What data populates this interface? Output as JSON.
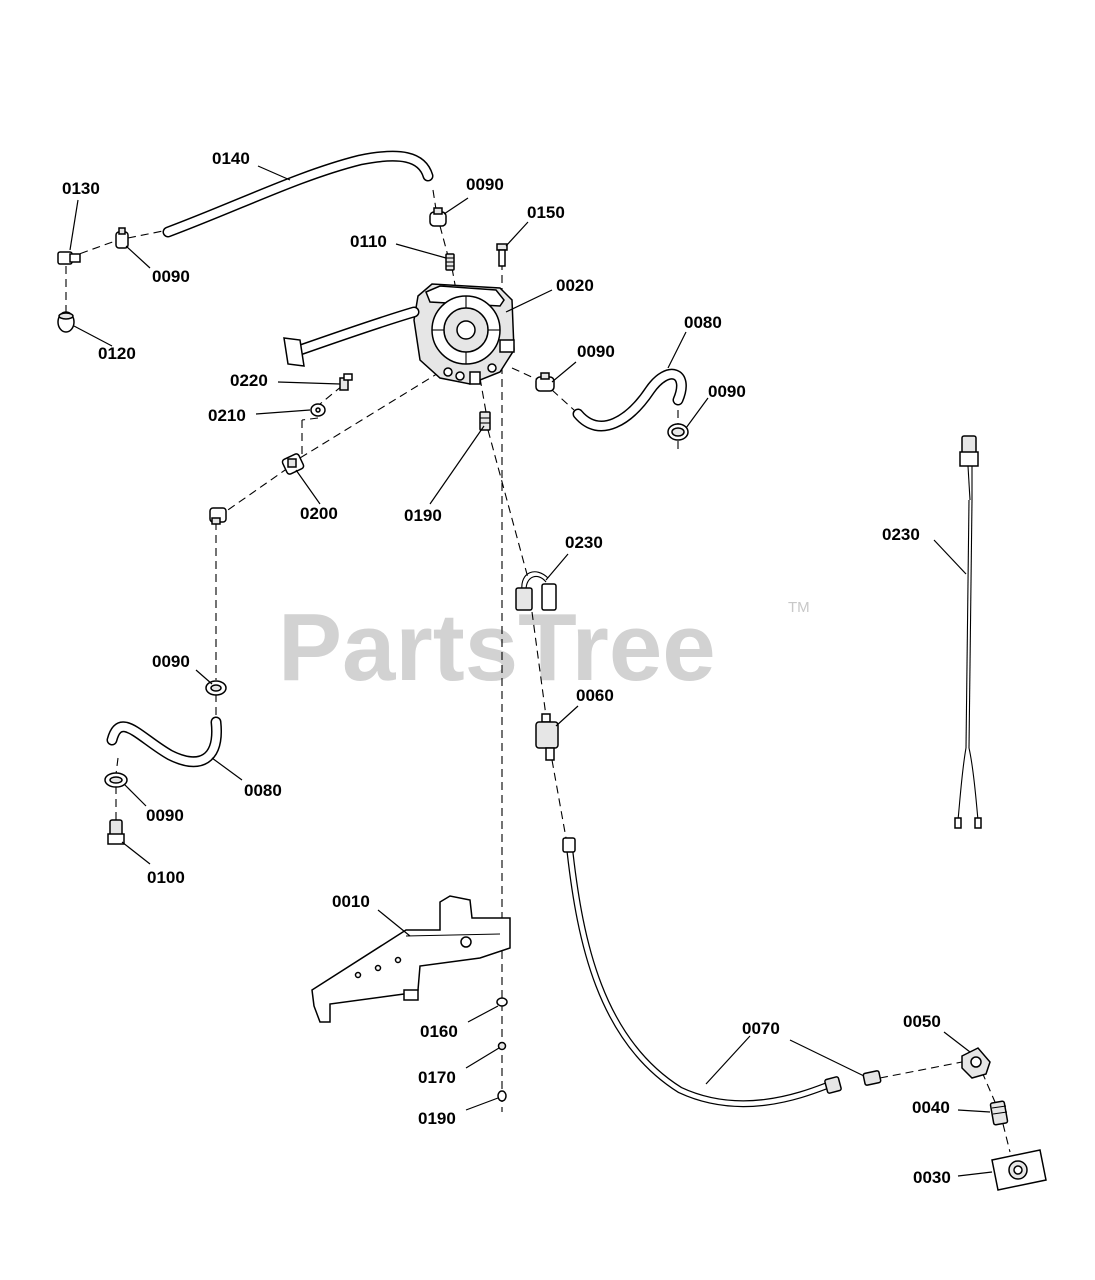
{
  "watermark": {
    "text": "PartsTree",
    "trademark": "TM"
  },
  "labels": {
    "p0140": "0140",
    "p0130": "0130",
    "p0090_a": "0090",
    "p0090_b": "0090",
    "p0150": "0150",
    "p0110": "0110",
    "p0020": "0020",
    "p0080_a": "0080",
    "p0120": "0120",
    "p0090_c": "0090",
    "p0090_d": "0090",
    "p0220": "0220",
    "p0210": "0210",
    "p0200": "0200",
    "p0190_a": "0190",
    "p0230_a": "0230",
    "p0230_b": "0230",
    "p0090_e": "0090",
    "p0060": "0060",
    "p0080_b": "0080",
    "p0090_f": "0090",
    "p0100": "0100",
    "p0010": "0010",
    "p0160": "0160",
    "p0170": "0170",
    "p0190_b": "0190",
    "p0070": "0070",
    "p0050": "0050",
    "p0040": "0040",
    "p0030": "0030"
  }
}
